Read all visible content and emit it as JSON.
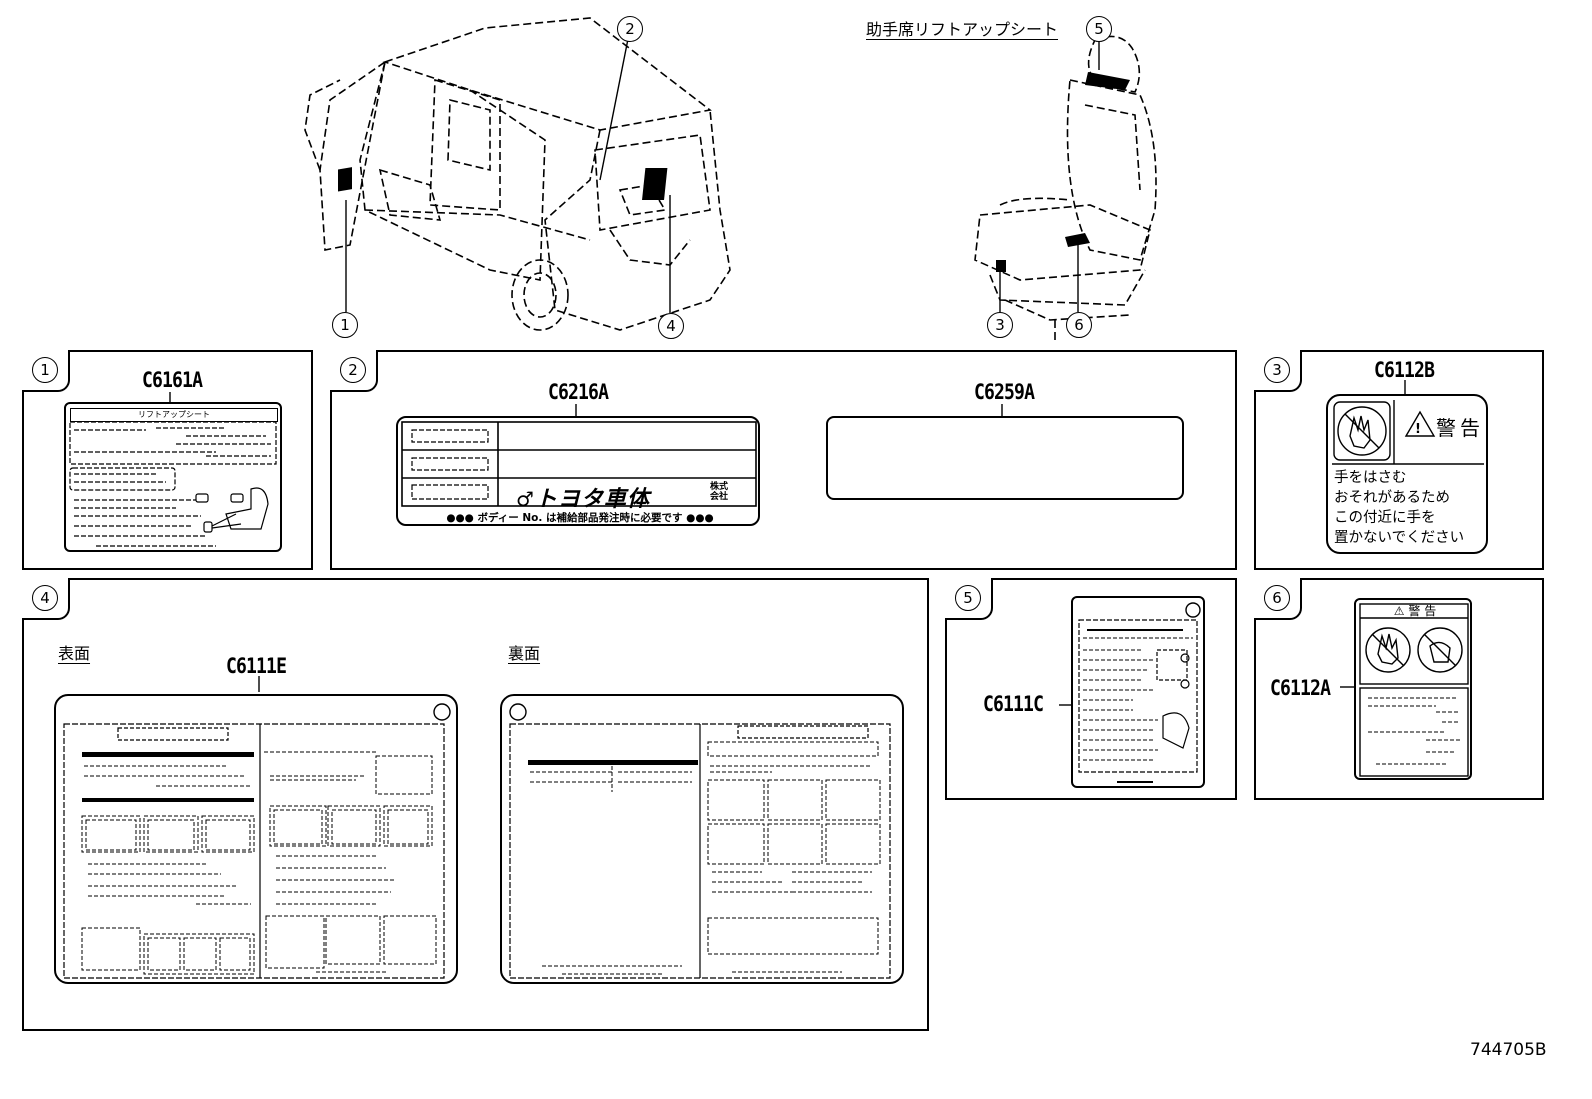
{
  "header": {
    "seat_title": "助手席リフトアップシート"
  },
  "callouts": [
    "1",
    "2",
    "3",
    "4",
    "5",
    "6"
  ],
  "panels": {
    "p1": {
      "number": "1",
      "code": "C6161A",
      "label_header": "リフトアップシート"
    },
    "p2": {
      "number": "2",
      "code_a": "C6216A",
      "code_b": "C6259A",
      "maker": "トヨタ車体",
      "maker_suffix": "株式会社",
      "body_note": "●●● ボディー No. は補給部品発注時に必要です ●●●"
    },
    "p3": {
      "number": "3",
      "code": "C6112B",
      "warning": "警告",
      "text": [
        "手をはさむ",
        "おそれがあるため",
        "この付近に手を",
        "置かないでください"
      ]
    },
    "p4": {
      "number": "4",
      "code": "C6111E",
      "front_label": "表面",
      "back_label": "裏面"
    },
    "p5": {
      "number": "5",
      "code": "C6111C"
    },
    "p6": {
      "number": "6",
      "code": "C6112A",
      "warning": "警 告"
    }
  },
  "footer": {
    "part_ref": "744705B"
  },
  "colors": {
    "line": "#000000",
    "background": "#ffffff"
  }
}
